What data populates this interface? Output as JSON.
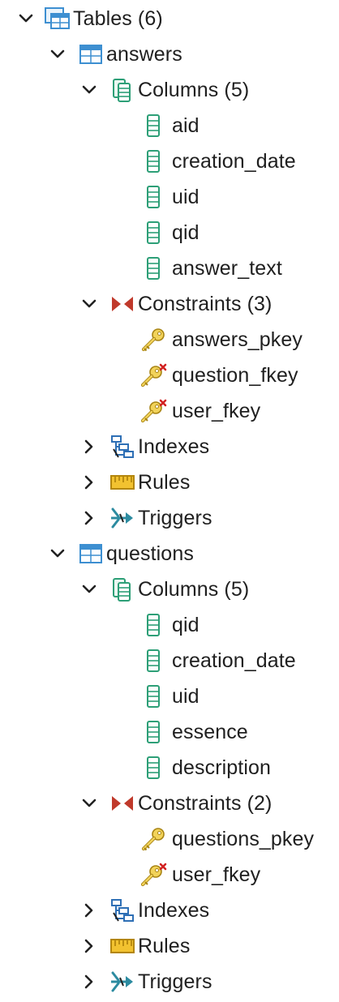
{
  "tree": {
    "tables": {
      "label": "Tables (6)",
      "icon": "tables-icon",
      "expanded": true
    },
    "answers": {
      "label": "answers",
      "columns": {
        "label": "Columns (5)",
        "items": [
          "aid",
          "creation_date",
          "uid",
          "qid",
          "answer_text"
        ]
      },
      "constraints": {
        "label": "Constraints (3)",
        "items": [
          {
            "name": "answers_pkey",
            "type": "primary-key-icon"
          },
          {
            "name": "question_fkey",
            "type": "foreign-key-icon"
          },
          {
            "name": "user_fkey",
            "type": "foreign-key-icon"
          }
        ]
      },
      "indexes": "Indexes",
      "rules": "Rules",
      "triggers": "Triggers"
    },
    "questions": {
      "label": "questions",
      "columns": {
        "label": "Columns (5)",
        "items": [
          "qid",
          "creation_date",
          "uid",
          "essence",
          "description"
        ]
      },
      "constraints": {
        "label": "Constraints (2)",
        "items": [
          {
            "name": "questions_pkey",
            "type": "primary-key-icon"
          },
          {
            "name": "user_fkey",
            "type": "foreign-key-icon"
          }
        ]
      },
      "indexes": "Indexes",
      "rules": "Rules",
      "triggers": "Triggers"
    }
  },
  "colors": {
    "text": "#1f1f1f",
    "chevron": "#222222",
    "table_blue": "#3d8fd1",
    "column_green": "#2d9f77",
    "constraint_red": "#c0392b",
    "key_gold": "#d8b13a",
    "rules_gold": "#e0ab1f",
    "trigger_teal": "#2c8ba0"
  }
}
